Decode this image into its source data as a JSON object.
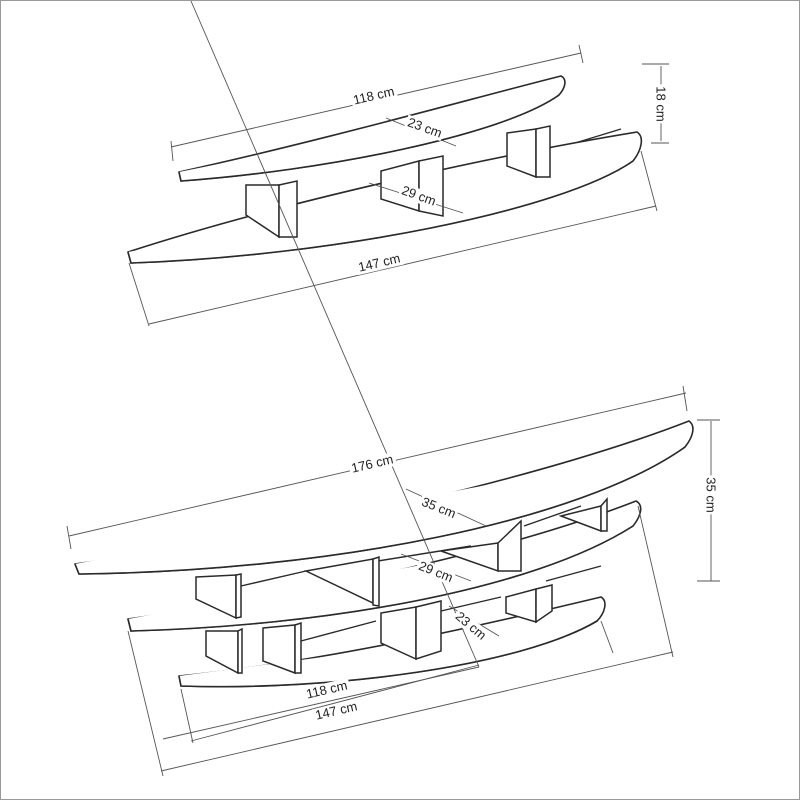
{
  "diagram": {
    "type": "furniture-dimension-drawing",
    "subject": "curved wall shelf",
    "stroke_color": "#2a2a2a",
    "background": "#ffffff",
    "views": [
      {
        "name": "two-tier shelf",
        "labels": {
          "top_width": "118 cm",
          "top_depth": "23 cm",
          "bottom_depth": "29 cm",
          "bottom_width": "147 cm",
          "height": "18 cm"
        }
      },
      {
        "name": "three-tier shelf",
        "labels": {
          "top_width": "176 cm",
          "top_depth": "35 cm",
          "middle_depth": "29 cm",
          "bottom_depth": "23 cm",
          "bottom_width": "118 cm",
          "middle_width": "147 cm",
          "height": "35 cm"
        }
      }
    ]
  }
}
